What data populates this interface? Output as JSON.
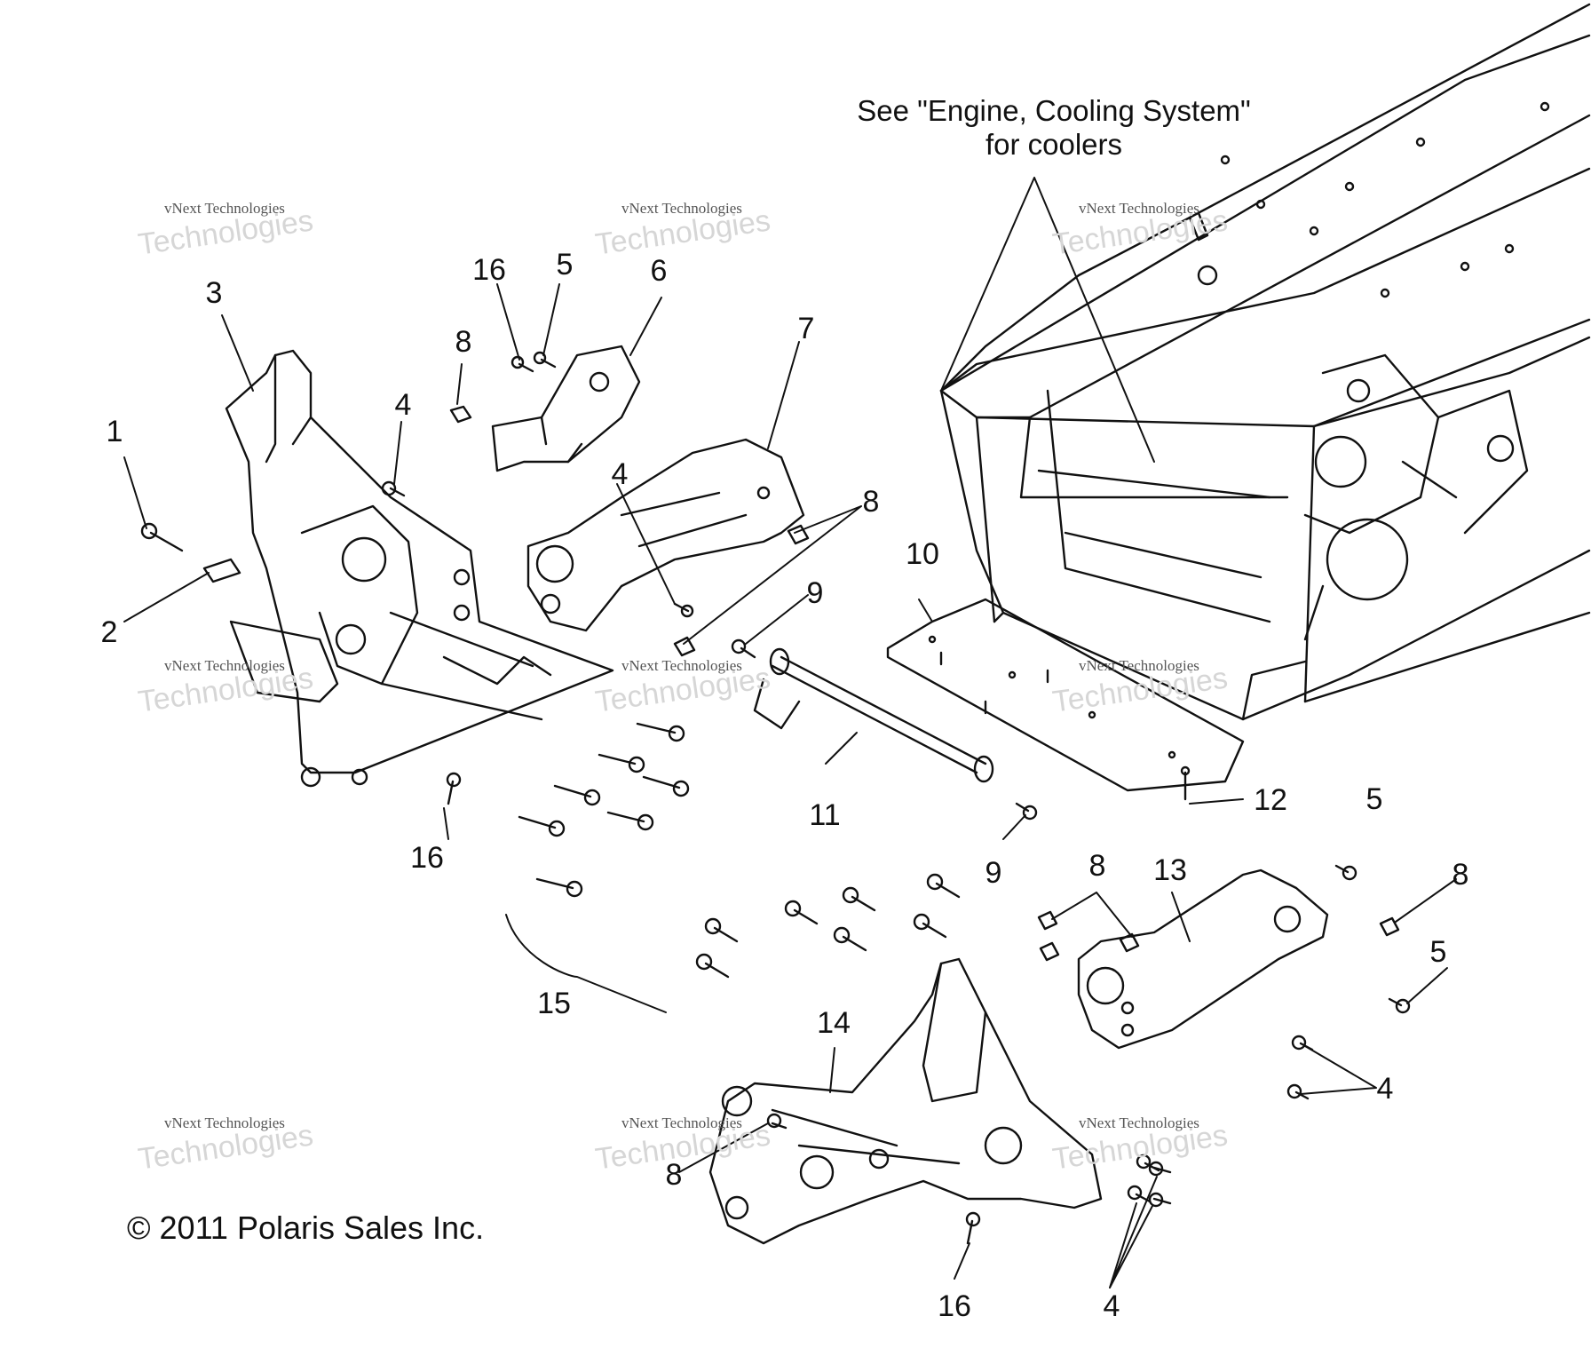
{
  "note": {
    "line1": "See \"Engine, Cooling System\"",
    "line2": "for coolers"
  },
  "copyright": "© 2011 Polaris Sales Inc.",
  "watermark": {
    "line1": "vNext Technologies",
    "line2": "Technologies"
  },
  "callouts": {
    "c1": "1",
    "c2": "2",
    "c3": "3",
    "c4a": "4",
    "c4b": "4",
    "c4c": "4",
    "c4d": "4",
    "c5a": "5",
    "c5b": "5",
    "c5c": "5",
    "c6": "6",
    "c7": "7",
    "c8a": "8",
    "c8b": "8",
    "c8c": "8",
    "c8d": "8",
    "c8e": "8",
    "c9a": "9",
    "c9b": "9",
    "c10": "10",
    "c11": "11",
    "c12": "12",
    "c13": "13",
    "c14": "14",
    "c15": "15",
    "c16a": "16",
    "c16b": "16",
    "c16c": "16"
  },
  "colors": {
    "line": "#111111",
    "watermark": "#cccccc"
  }
}
